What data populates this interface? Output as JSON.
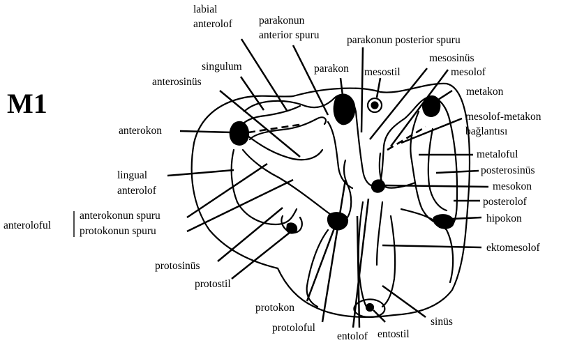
{
  "figure": {
    "title": "M1",
    "bracket_label": "anteroloful"
  },
  "labels": {
    "labial_anterolof_1": "labial",
    "labial_anterolof_2": "anterolof",
    "parakonun_anterior_1": "parakonun",
    "parakonun_anterior_2": "anterior spuru",
    "parakonun_posterior": "parakonun posterior spuru",
    "singulum": "singulum",
    "anterosinus": "anterosinüs",
    "parakon": "parakon",
    "mesostil": "mesostil",
    "mesosinus": "mesosinüs",
    "mesolof": "mesolof",
    "metakon": "metakon",
    "anterokon": "anterokon",
    "mesolof_metakon_1": "mesolof-metakon",
    "mesolof_metakon_2": "bağlantısı",
    "metaloful": "metaloful",
    "lingual_anterolof_1": "lingual",
    "lingual_anterolof_2": "anterolof",
    "posterosinus": "posterosinüs",
    "mesokon": "mesokon",
    "anterokonun_spuru": "anterokonun spuru",
    "protokonun_spuru": "protokonun spuru",
    "posterolof": "posterolof",
    "hipokon": "hipokon",
    "ektomesolof": "ektomesolof",
    "protosinus": "protosinüs",
    "protostil": "protostil",
    "protokon": "protokon",
    "sinus": "sinüs",
    "protoloful": "protoloful",
    "entolof": "entolof",
    "entostil": "entostil"
  }
}
